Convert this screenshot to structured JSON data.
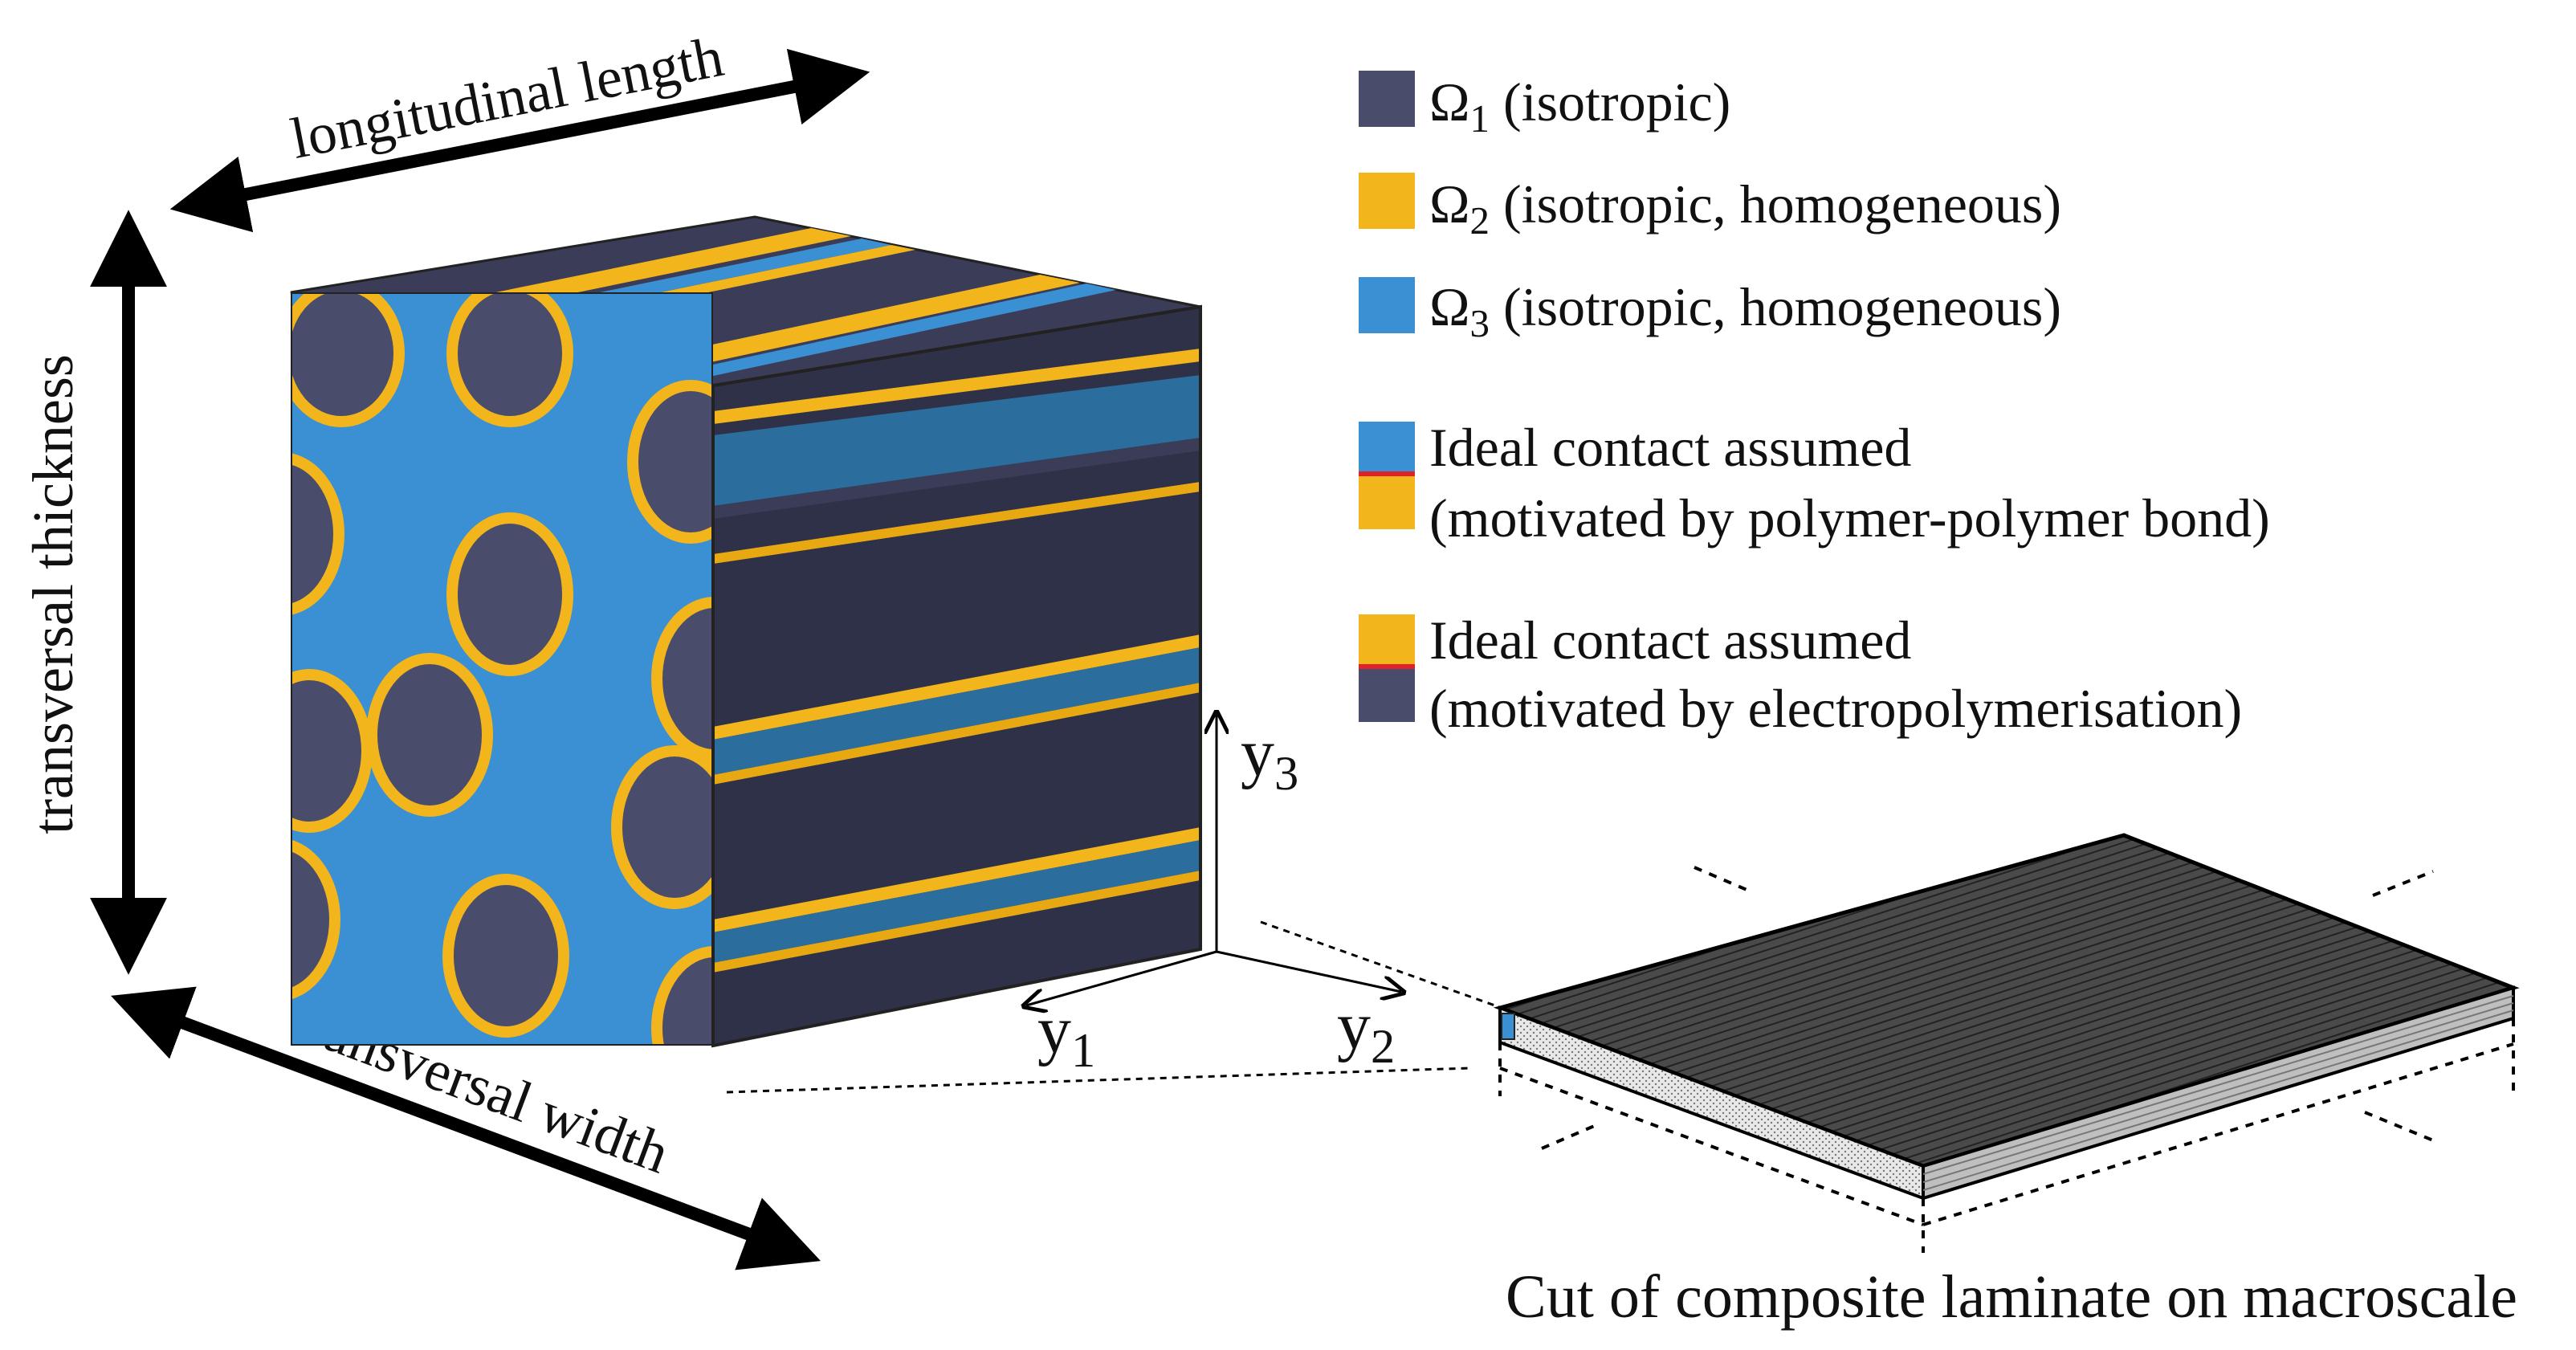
{
  "colors": {
    "omega1": "#494c6a",
    "omega2": "#f2b51c",
    "omega3": "#3b8fd3",
    "interface_line": "#e0202a"
  },
  "dimension_labels": {
    "longitudinal": "longitudinal length",
    "thickness": "transversal thickness",
    "width": "transversal width"
  },
  "axes": {
    "y1": {
      "base": "y",
      "sub": "1"
    },
    "y2": {
      "base": "y",
      "sub": "2"
    },
    "y3": {
      "base": "y",
      "sub": "3"
    }
  },
  "legend": {
    "items": [
      {
        "symbol": "Ω",
        "sub": "1",
        "text": " (isotropic)"
      },
      {
        "symbol": "Ω",
        "sub": "2",
        "text": " (isotropic, homogeneous)"
      },
      {
        "symbol": "Ω",
        "sub": "3",
        "text": " (isotropic, homogeneous)"
      }
    ],
    "contacts": [
      {
        "line1": "Ideal contact assumed",
        "line2": "(motivated by polymer-polymer bond)"
      },
      {
        "line1": "Ideal contact assumed",
        "line2": "(motivated by electropolymerisation)"
      }
    ]
  },
  "caption": "Cut of composite laminate on macroscale"
}
